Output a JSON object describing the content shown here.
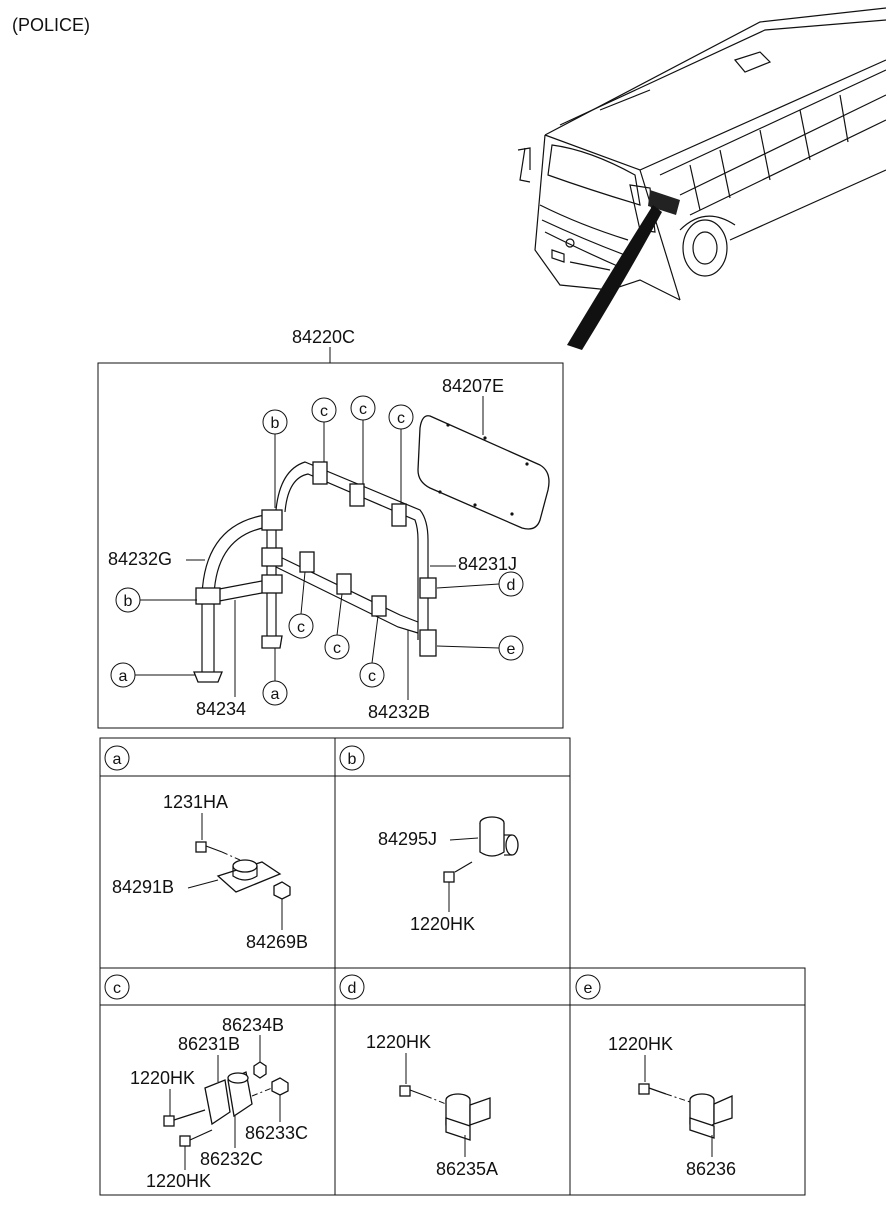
{
  "header": {
    "variant": "(POLICE)"
  },
  "main_assembly": {
    "assembly_label": "84220C",
    "panel_label": "84207E",
    "left_rail_label": "84232G",
    "right_rail_label": "84231J",
    "lower_left_label": "84234",
    "lower_right_label": "84232B",
    "callouts": {
      "a": "a",
      "b": "b",
      "c": "c",
      "d": "d",
      "e": "e"
    }
  },
  "details": {
    "a": {
      "key": "a",
      "bolt": "1231HA",
      "bracket": "84291B",
      "nut": "84269B"
    },
    "b": {
      "key": "b",
      "tee": "84295J",
      "screw": "1220HK"
    },
    "c": {
      "key": "c",
      "nut": "86234B",
      "clamp_upper": "86231B",
      "bolt_upper": "1220HK",
      "nut_right": "86233C",
      "clamp_lower": "86232C",
      "bolt_lower": "1220HK"
    },
    "d": {
      "key": "d",
      "bolt": "1220HK",
      "bracket": "86235A"
    },
    "e": {
      "key": "e",
      "bolt": "1220HK",
      "bracket": "86236"
    }
  }
}
